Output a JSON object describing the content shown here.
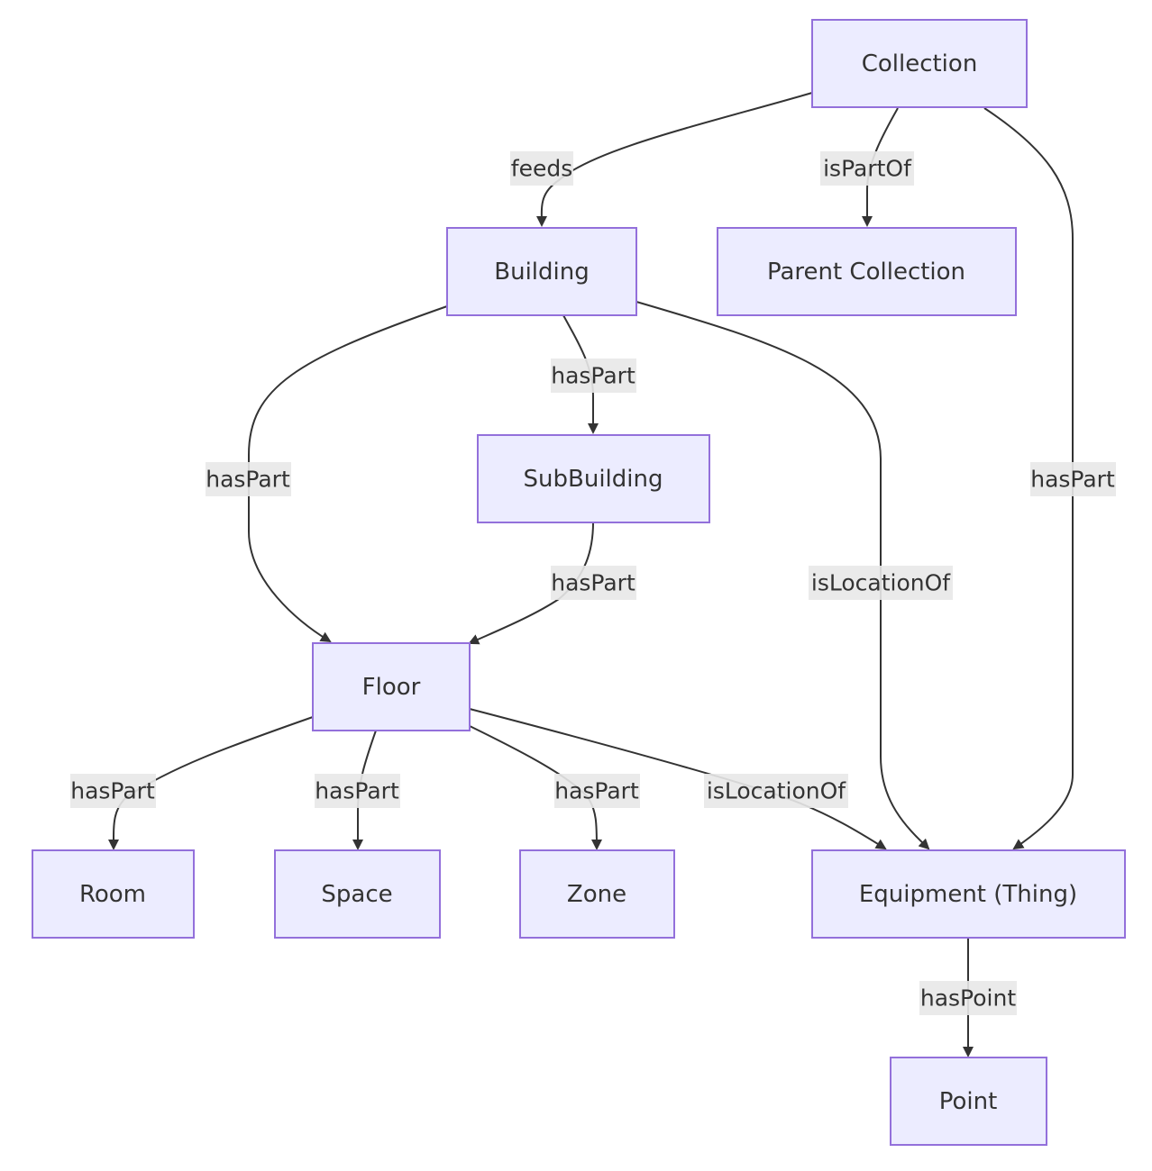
{
  "diagram": {
    "type": "flowchart",
    "colors": {
      "node_fill": "#ECECFF",
      "node_stroke": "#9370DB",
      "edge": "#333333",
      "edge_label_bg": "#e8e8e8",
      "text": "#333333"
    },
    "nodes": {
      "collection": "Collection",
      "building": "Building",
      "parent_collection": "Parent Collection",
      "subbuilding": "SubBuilding",
      "floor": "Floor",
      "room": "Room",
      "space": "Space",
      "zone": "Zone",
      "equipment": "Equipment (Thing)",
      "point": "Point"
    },
    "edges": [
      {
        "from": "collection",
        "to": "building",
        "label": "feeds"
      },
      {
        "from": "collection",
        "to": "parent_collection",
        "label": "isPartOf"
      },
      {
        "from": "collection",
        "to": "equipment",
        "label": "hasPart"
      },
      {
        "from": "building",
        "to": "subbuilding",
        "label": "hasPart"
      },
      {
        "from": "building",
        "to": "floor",
        "label": "hasPart"
      },
      {
        "from": "building",
        "to": "equipment",
        "label": "isLocationOf"
      },
      {
        "from": "subbuilding",
        "to": "floor",
        "label": "hasPart"
      },
      {
        "from": "floor",
        "to": "room",
        "label": "hasPart"
      },
      {
        "from": "floor",
        "to": "space",
        "label": "hasPart"
      },
      {
        "from": "floor",
        "to": "zone",
        "label": "hasPart"
      },
      {
        "from": "floor",
        "to": "equipment",
        "label": "isLocationOf"
      },
      {
        "from": "equipment",
        "to": "point",
        "label": "hasPoint"
      }
    ]
  }
}
